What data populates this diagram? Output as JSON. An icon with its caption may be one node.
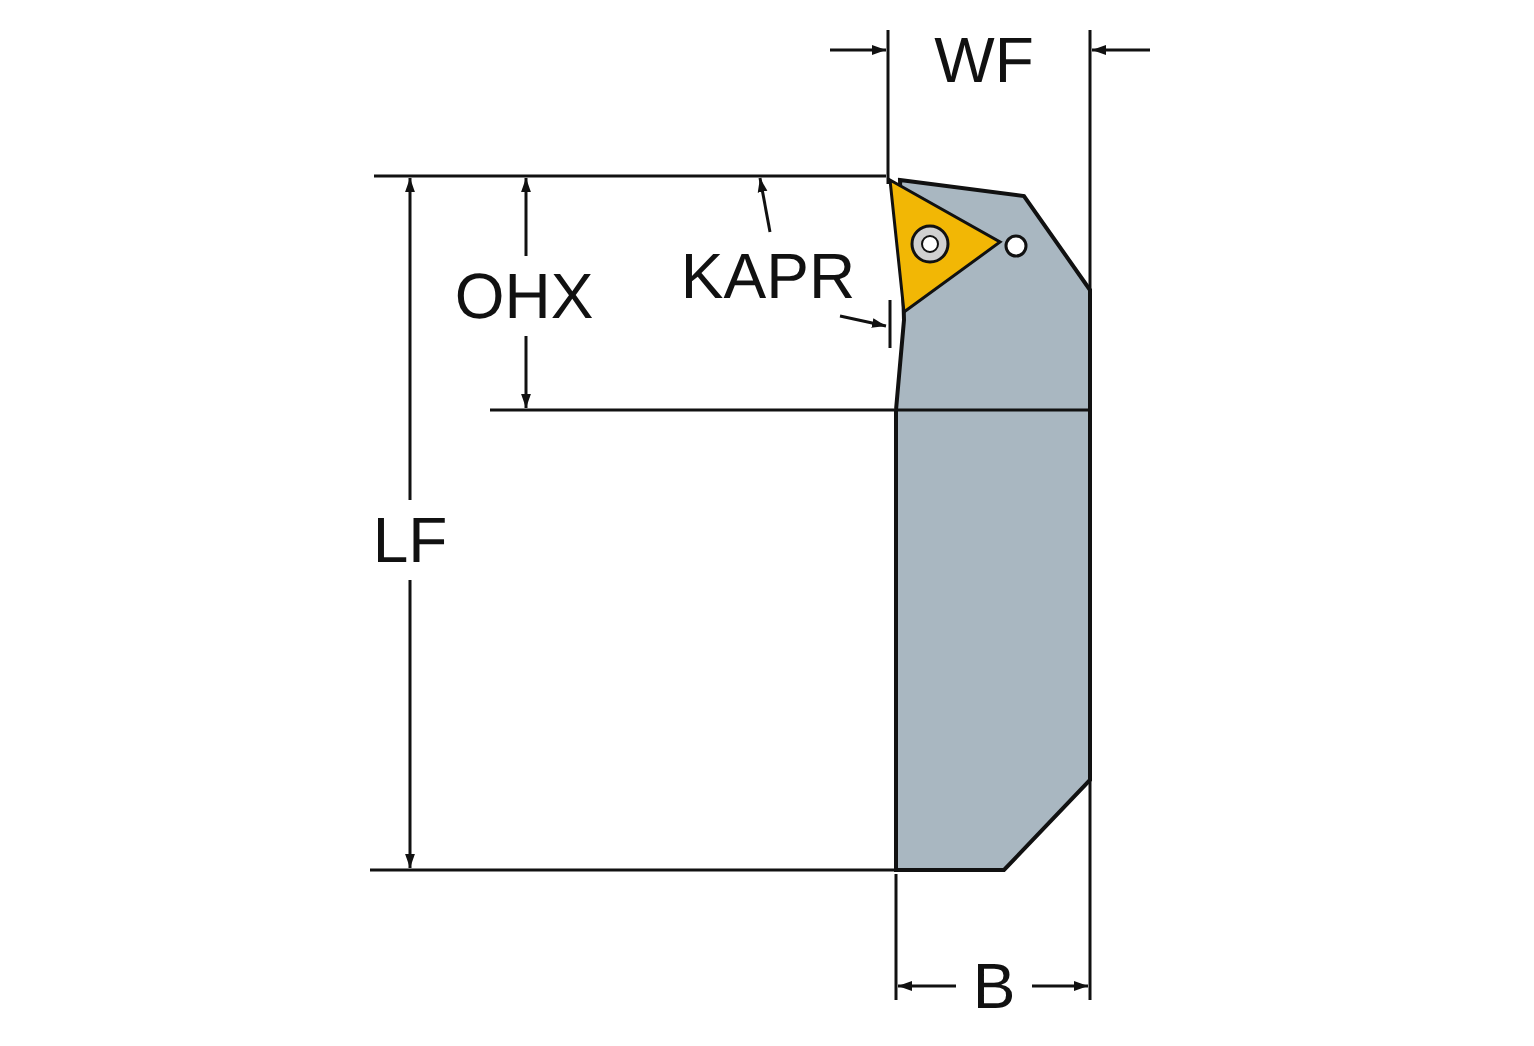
{
  "diagram": {
    "labels": [
      "WF",
      "OHX",
      "KAPR",
      "LF",
      "B"
    ]
  }
}
